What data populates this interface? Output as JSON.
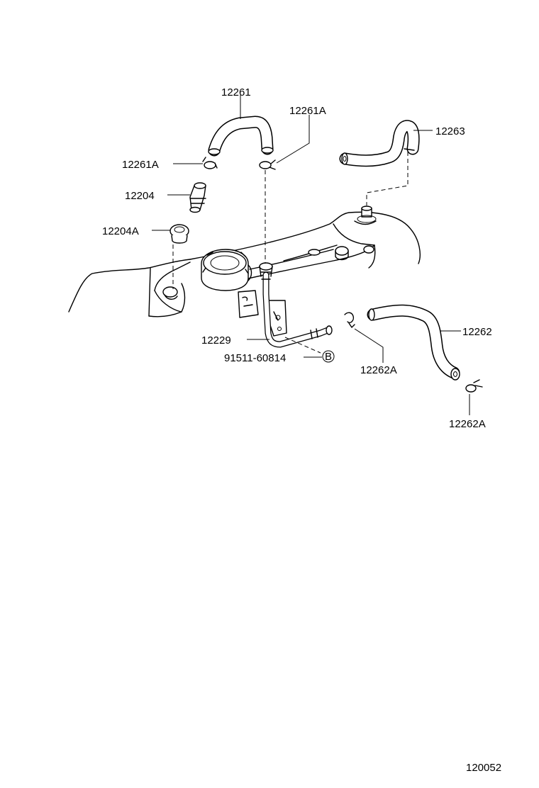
{
  "parts": {
    "hose_12261": "12261",
    "clip_12261A_right": "12261A",
    "clip_12261A_left": "12261A",
    "hose_12263": "12263",
    "pcv_valve": "12204",
    "grommet": "12204A",
    "pipe_12229": "12229",
    "bolt": "91511-60814",
    "bolt_callout_letter": "B",
    "hose_12262": "12262",
    "clip_12262A_mid": "12262A",
    "clip_12262A_low": "12262A"
  },
  "figure_number": "120052"
}
